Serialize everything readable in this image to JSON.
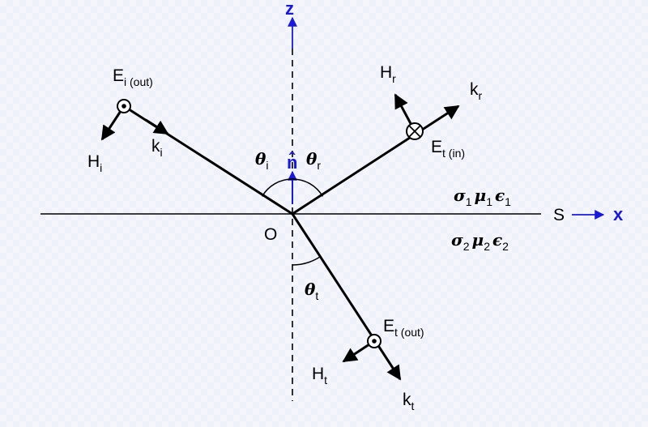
{
  "labels": {
    "z_axis": "z",
    "x_axis": "x",
    "origin": "O",
    "surface": "S",
    "normal": "n̂",
    "incident": {
      "E_main": "E",
      "E_sub": "i (out)",
      "H_main": "H",
      "H_sub": "i",
      "k_main": "k",
      "k_sub": "i",
      "theta_main": "θ",
      "theta_sub": "i"
    },
    "reflected": {
      "E_main": "E",
      "E_sub": "t (in)",
      "H_main": "H",
      "H_sub": "r",
      "k_main": "k",
      "k_sub": "r",
      "theta_main": "θ",
      "theta_sub": "r"
    },
    "transmitted": {
      "E_main": "E",
      "E_sub": "t (out)",
      "H_main": "H",
      "H_sub": "t",
      "k_main": "k",
      "k_sub": "t",
      "theta_main": "θ",
      "theta_sub": "t"
    },
    "medium1": {
      "sigma": "σ",
      "sigma_sub": "1",
      "mu": "μ",
      "mu_sub": "1",
      "epsilon": "ϵ",
      "epsilon_sub": "1"
    },
    "medium2": {
      "sigma": "σ",
      "sigma_sub": "2",
      "mu": "μ",
      "mu_sub": "2",
      "epsilon": "ϵ",
      "epsilon_sub": "2"
    }
  },
  "colors": {
    "ink": "#000000",
    "accent_blue": "#1a1ad6"
  }
}
